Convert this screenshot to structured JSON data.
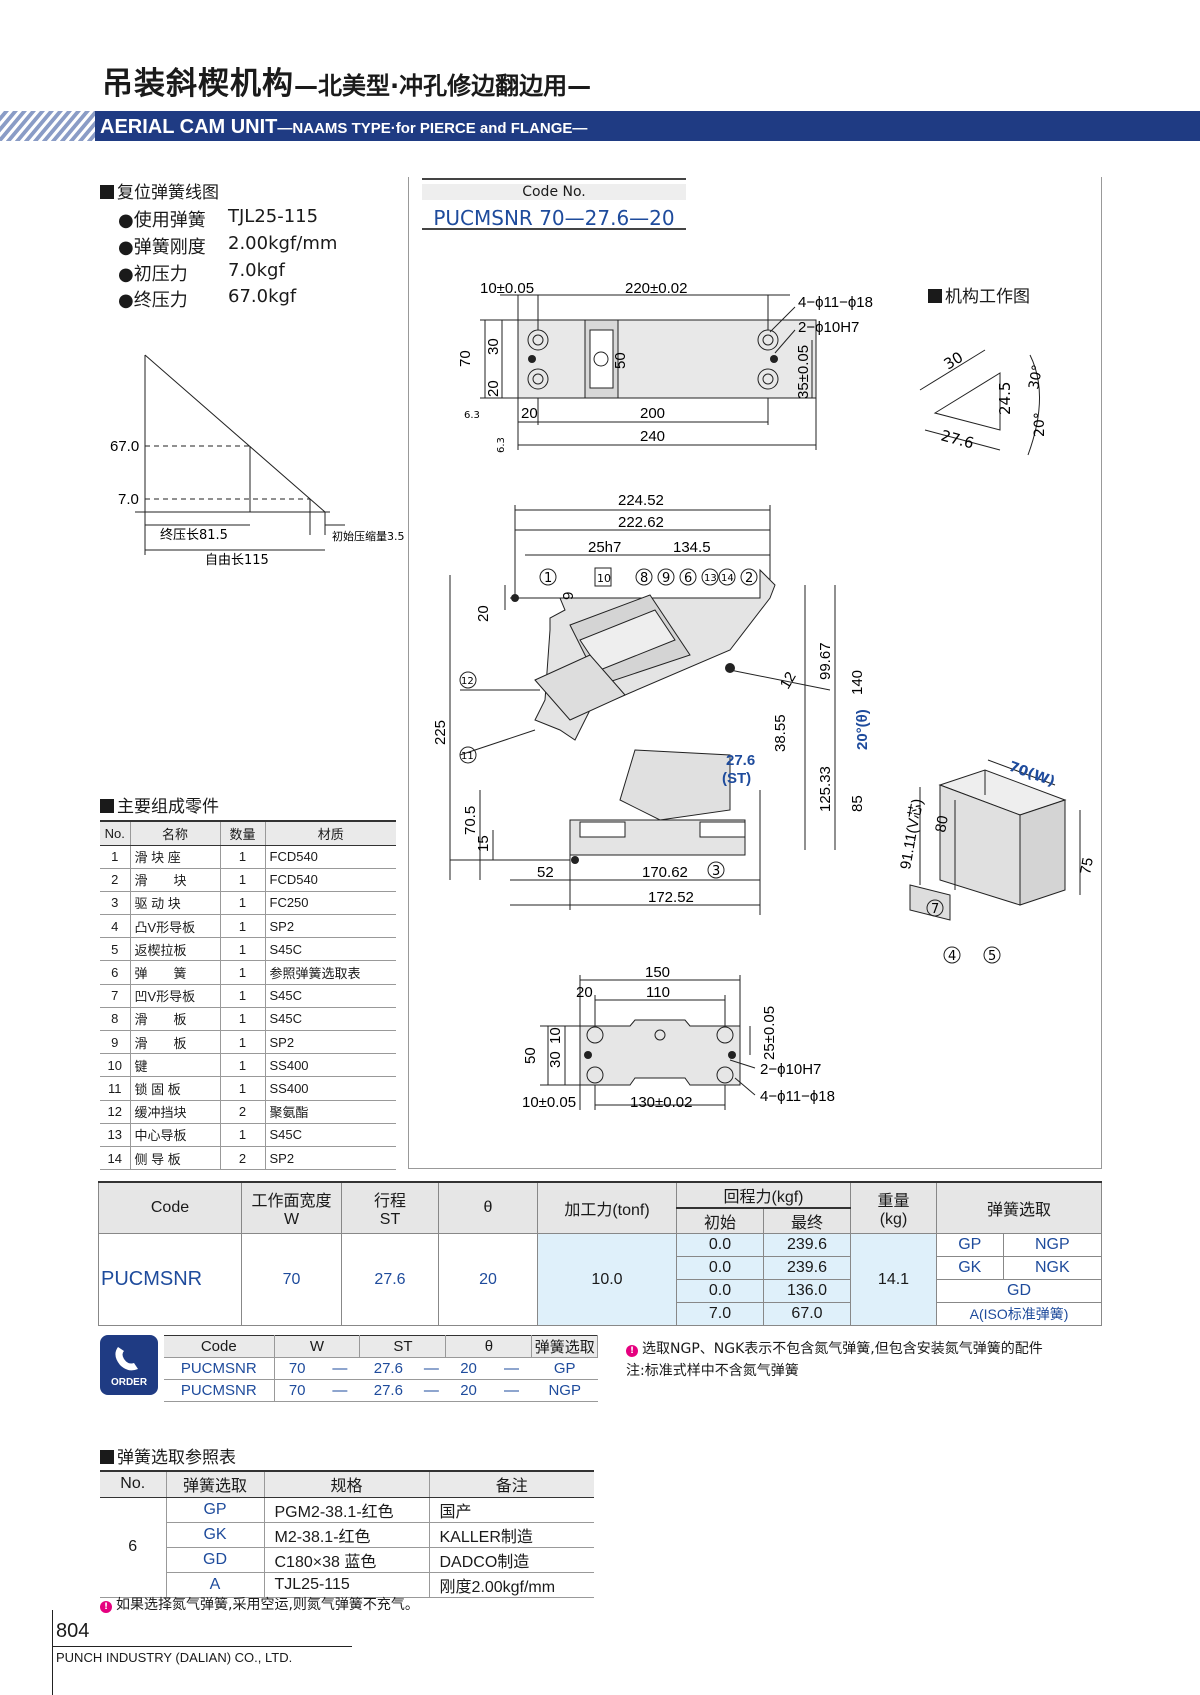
{
  "header": {
    "title_cn": "吊装斜楔机构",
    "title_cn_sub": "—北美型·冲孔修边翻边用—",
    "title_en": "AERIAL CAM UNIT",
    "title_en_sub": "—NAAMS TYPE·for PIERCE and FLANGE—"
  },
  "spring_section": {
    "heading": "复位弹簧线图",
    "rows": [
      {
        "label": "●使用弹簧",
        "value": "TJL25-115"
      },
      {
        "label": "●弹簧刚度",
        "value": "2.00kgf/mm"
      },
      {
        "label": "●初压力",
        "value": "7.0kgf"
      },
      {
        "label": "●终压力",
        "value": "67.0kgf"
      }
    ],
    "graph": {
      "y_high": "67.0",
      "y_low": "7.0",
      "end_len": "终压长81.5",
      "free_len": "自由长115",
      "init_comp": "初始压缩量3.5"
    }
  },
  "code_box": {
    "label": "Code No.",
    "value": "PUCMSNR 70—27.6—20"
  },
  "work_diagram": {
    "heading": "机构工作图",
    "d1": "30",
    "d2": "24.5",
    "d3": "27.6",
    "a1": "30°",
    "a2": "20°"
  },
  "top_view": {
    "d_10": "10±0.05",
    "d_220": "220±0.02",
    "hole1": "4−ϕ11−ϕ18",
    "hole2": "2−ϕ10H7",
    "d_70": "70",
    "d_30": "30",
    "d_20": "20",
    "d_50": "50",
    "d_35": "35±0.05",
    "d_20b": "20",
    "d_200": "200",
    "d_240": "240",
    "rough": "6.3"
  },
  "side_view": {
    "d1": "224.52",
    "d2": "222.62",
    "d3": "25h7",
    "d4": "134.5",
    "d5": "9",
    "d6": "20",
    "d7": "225",
    "d8": "99.67",
    "d9": "140",
    "d10": "12",
    "d11": "38.55",
    "d12": "20°(θ)",
    "d13": "27.6",
    "d14": "(ST)",
    "d15": "125.33",
    "d16": "85",
    "d17": "70.5",
    "d18": "15",
    "d19": "52",
    "d20": "170.62",
    "d21": "172.52",
    "balloons": [
      "1",
      "10",
      "8",
      "9",
      "6",
      "13",
      "14",
      "2",
      "12",
      "11",
      "3"
    ]
  },
  "iso_view": {
    "w": "70(W)",
    "v": "91.11(V芯)",
    "h80": "80",
    "h75": "75",
    "balloons": [
      "7",
      "4",
      "5"
    ]
  },
  "bottom_view": {
    "d150": "150",
    "d20": "20",
    "d110": "110",
    "d50": "50",
    "d30": "30",
    "d10": "10",
    "d25": "25±0.05",
    "hole1": "2−ϕ10H7",
    "hole2": "4−ϕ11−ϕ18",
    "d_10": "10±0.05",
    "d_130": "130±0.02"
  },
  "parts": {
    "heading": "主要组成零件",
    "headers": [
      "No.",
      "名称",
      "数量",
      "材质"
    ],
    "rows": [
      [
        "1",
        "滑 块 座",
        "1",
        "FCD540"
      ],
      [
        "2",
        "滑　　块",
        "1",
        "FCD540"
      ],
      [
        "3",
        "驱 动 块",
        "1",
        "FC250"
      ],
      [
        "4",
        "凸V形导板",
        "1",
        "SP2"
      ],
      [
        "5",
        "返楔拉板",
        "1",
        "S45C"
      ],
      [
        "6",
        "弹　　簧",
        "1",
        "参照弹簧选取表"
      ],
      [
        "7",
        "凹V形导板",
        "1",
        "S45C"
      ],
      [
        "8",
        "滑　　板",
        "1",
        "S45C"
      ],
      [
        "9",
        "滑　　板",
        "1",
        "SP2"
      ],
      [
        "10",
        "键",
        "1",
        "SS400"
      ],
      [
        "11",
        "锁 固 板",
        "1",
        "SS400"
      ],
      [
        "12",
        "缓冲挡块",
        "2",
        "聚氨酯"
      ],
      [
        "13",
        "中心导板",
        "1",
        "S45C"
      ],
      [
        "14",
        "侧 导 板",
        "2",
        "SP2"
      ]
    ]
  },
  "spec": {
    "headers": {
      "code": "Code",
      "w": "工作面宽度",
      "w2": "W",
      "st": "行程",
      "st2": "ST",
      "theta": "θ",
      "force": "加工力(tonf)",
      "ret": "回程力(kgf)",
      "init": "初始",
      "final": "最终",
      "weight": "重量",
      "weight2": "(kg)",
      "spring": "弹簧选取"
    },
    "code": "PUCMSNR",
    "w": "70",
    "st": "27.6",
    "theta": "20",
    "force": "10.0",
    "weight": "14.1",
    "rows": [
      [
        "0.0",
        "239.6",
        "GP",
        "NGP"
      ],
      [
        "0.0",
        "239.6",
        "GK",
        "NGK"
      ],
      [
        "0.0",
        "136.0",
        "GD",
        ""
      ],
      [
        "7.0",
        "67.0",
        "A(ISO标准弹簧)",
        ""
      ]
    ]
  },
  "order": {
    "label": "ORDER",
    "headers": [
      "Code",
      "W",
      "ST",
      "θ",
      "弹簧选取"
    ],
    "rows": [
      [
        "PUCMSNR",
        "70",
        "—",
        "27.6",
        "—",
        "20",
        "—",
        "GP"
      ],
      [
        "PUCMSNR",
        "70",
        "—",
        "27.6",
        "—",
        "20",
        "—",
        "NGP"
      ]
    ],
    "note1": "选取NGP、NGK表示不包含氮气弹簧,但包含安装氮气弹簧的配件",
    "note2": "注:标准式样中不含氮气弹簧"
  },
  "ref": {
    "heading": "弹簧选取参照表",
    "headers": [
      "No.",
      "弹簧选取",
      "规格",
      "备注"
    ],
    "no": "6",
    "rows": [
      [
        "GP",
        "PGM2-38.1-红色",
        "国产"
      ],
      [
        "GK",
        "M2-38.1-红色",
        "KALLER制造"
      ],
      [
        "GD",
        "C180×38  蓝色",
        "DADCO制造"
      ],
      [
        "A",
        "TJL25-115",
        "刚度2.00kgf/mm"
      ]
    ],
    "note": "如果选择氮气弹簧,采用空运,则氮气弹簧不充气。"
  },
  "footer": {
    "page": "804",
    "company": "PUNCH INDUSTRY (DALIAN) CO., LTD."
  },
  "colors": {
    "band": "#1f3b83",
    "accent": "#1e4b9c",
    "cell": "#dff0fa",
    "pink": "#e5007f"
  }
}
